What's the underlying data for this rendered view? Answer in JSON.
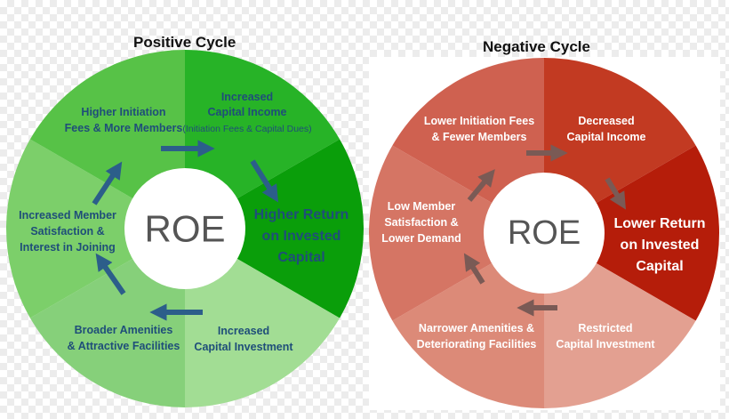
{
  "positive": {
    "title": "Positive Cycle",
    "center": "ROE",
    "segments": [
      {
        "lines": [
          "Increased",
          "Capital Income"
        ],
        "sub": "(Initiation Fees & Capital Dues)"
      },
      {
        "lines": [
          "Higher Return",
          "on Invested",
          "Capital"
        ]
      },
      {
        "lines": [
          "Increased",
          "Capital Investment"
        ]
      },
      {
        "lines": [
          "Broader Amenities",
          "& Attractive Facilities"
        ]
      },
      {
        "lines": [
          "Increased Member",
          "Satisfaction &",
          "Interest in Joining"
        ]
      },
      {
        "lines": [
          "Higher Initiation",
          "Fees & More Members"
        ]
      }
    ],
    "colors": {
      "segments": [
        "#27b327",
        "#0a9e0a",
        "#a2dd94",
        "#86d07a",
        "#7ccf6a",
        "#57c247"
      ],
      "text": "#1f4e79",
      "highlight_text": "#1f4e79",
      "arrow": "#2c5e8a"
    }
  },
  "negative": {
    "title": "Negative Cycle",
    "center": "ROE",
    "segments": [
      {
        "lines": [
          "Decreased",
          "Capital Income"
        ]
      },
      {
        "lines": [
          "Lower Return",
          "on Invested",
          "Capital"
        ]
      },
      {
        "lines": [
          "Restricted",
          "Capital Investment"
        ]
      },
      {
        "lines": [
          "Narrower Amenities &",
          "Deteriorating Facilities"
        ]
      },
      {
        "lines": [
          "Low Member",
          "Satisfaction &",
          "Lower Demand"
        ]
      },
      {
        "lines": [
          "Lower Initiation Fees",
          "& Fewer Members"
        ]
      }
    ],
    "colors": {
      "segments": [
        "#c23a22",
        "#b51d0a",
        "#e3a091",
        "#dc8a78",
        "#d57564",
        "#cf6150"
      ],
      "text": "#ffffff",
      "highlight_text": "#ffffff",
      "arrow": "#7a5a55"
    }
  }
}
